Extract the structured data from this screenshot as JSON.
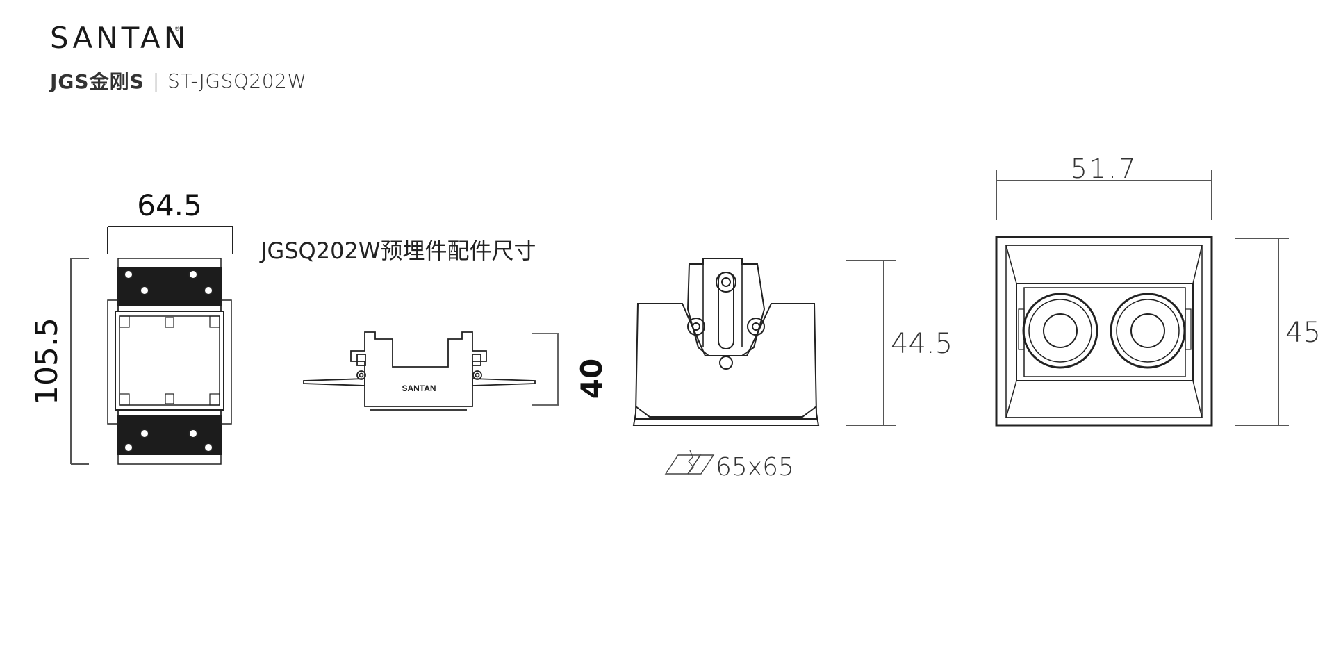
{
  "header": {
    "brand": "SANTAN",
    "brand_mark": "®",
    "series_label": "JGS金刚S",
    "separator": "|",
    "model": "ST-JGSQ202W"
  },
  "embedded_part_title": "JGSQ202W预埋件配件尺寸",
  "embedded_part_dims": {
    "width": "64.5",
    "height": "105.5",
    "side_height": "40",
    "label_logo": "SANTAN"
  },
  "fixture_side": {
    "height": "44.5",
    "cutout": "65x65"
  },
  "fixture_front": {
    "width": "51.7",
    "height": "45"
  }
}
